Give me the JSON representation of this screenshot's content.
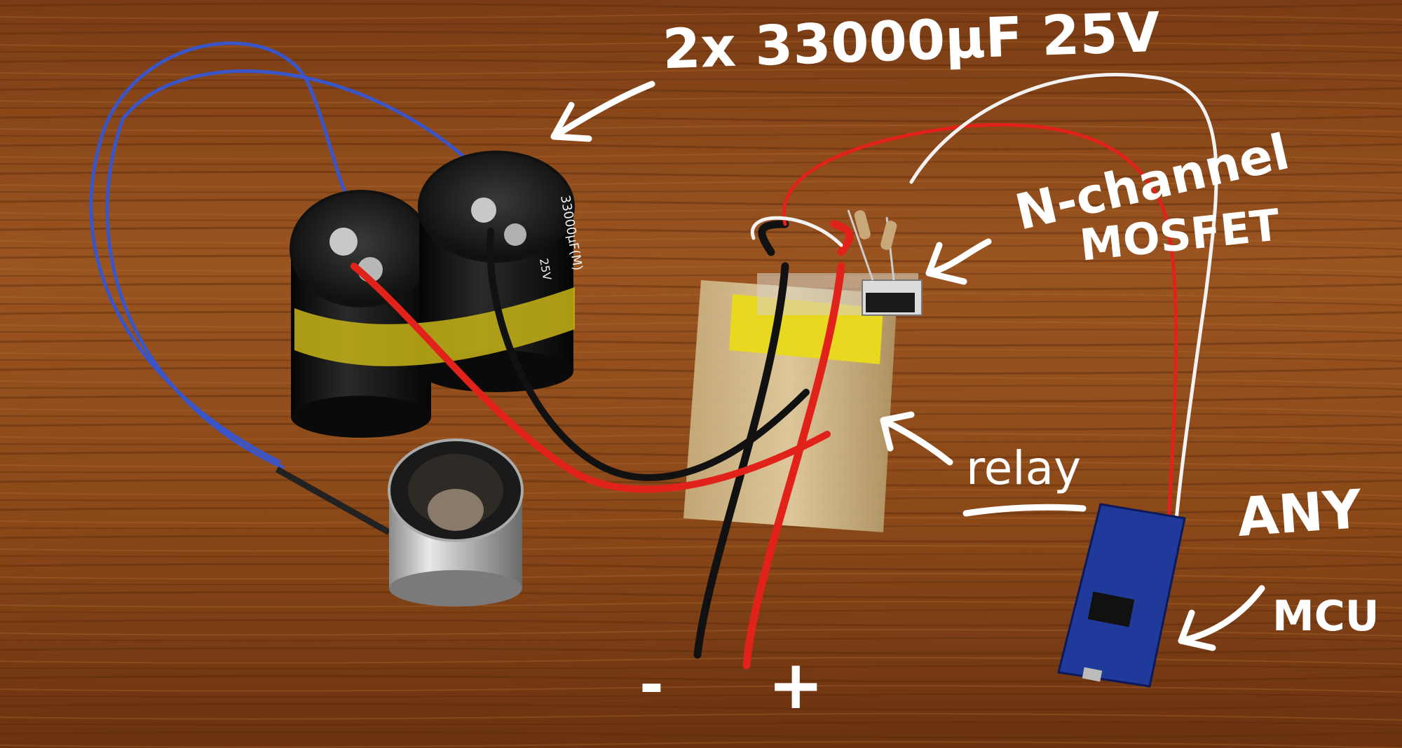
{
  "photo": {
    "labels": {
      "capacitors": "2x 33000µF 25V",
      "mosfet_line1": "N-channel",
      "mosfet_line2": "MOSFET",
      "relay": "relay",
      "mcu_line1": "ANY",
      "mcu_line2": "MCU",
      "minus": "-",
      "plus": "+"
    },
    "component_print": {
      "capacitor_value": "33000µF(M)",
      "capacitor_voltage": "25V"
    },
    "colors": {
      "table_wood": "#8a4a1c",
      "annotation": "#ffffff",
      "wire_red": "#e0221a",
      "wire_black": "#111111",
      "wire_blue": "#3a55c8",
      "wire_white": "#f2f2f2",
      "tape_yellow": "#e8d820",
      "pcb_blue": "#1f3a9a"
    }
  }
}
